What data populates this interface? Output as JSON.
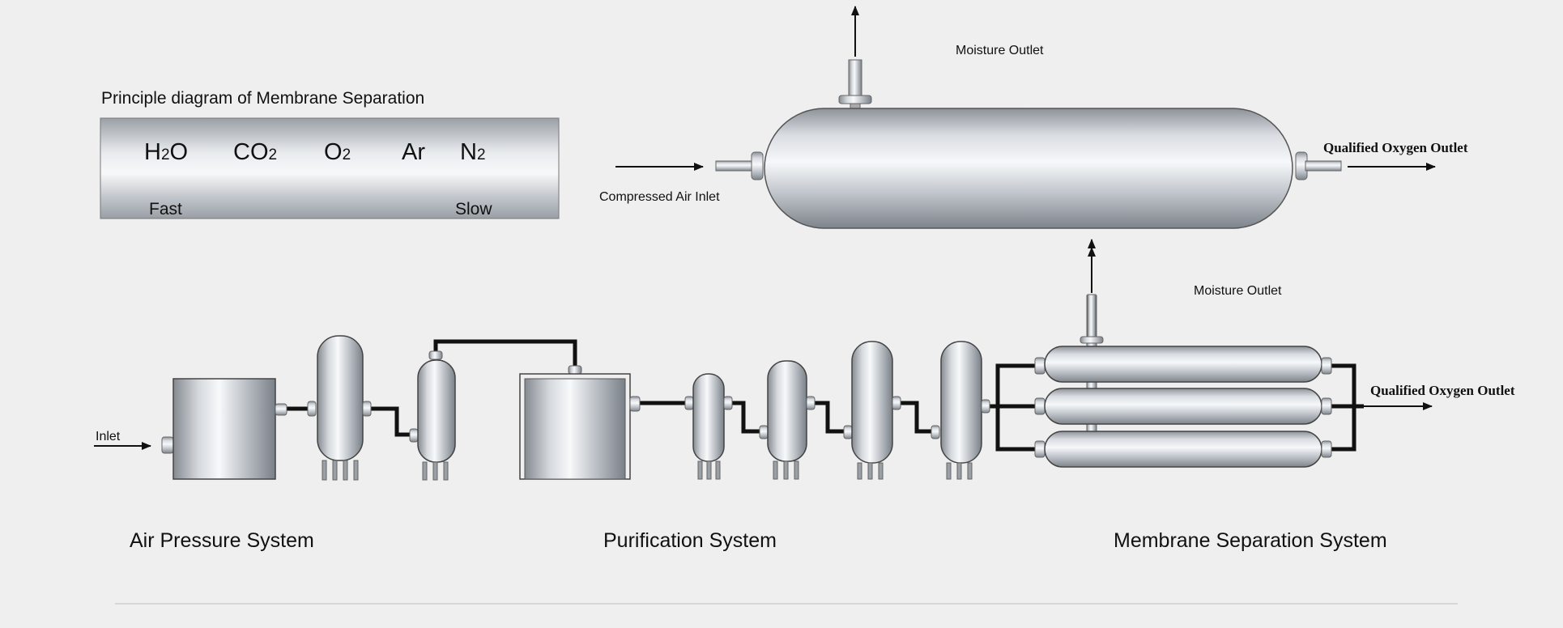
{
  "principle": {
    "title": "Principle diagram of Membrane Separation",
    "molecules": [
      {
        "base": "H",
        "sub": "2",
        "tail": "O"
      },
      {
        "base": "CO",
        "sub": "2",
        "tail": ""
      },
      {
        "base": "O",
        "sub": "2",
        "tail": ""
      },
      {
        "base": "Ar",
        "sub": "",
        "tail": ""
      },
      {
        "base": "N",
        "sub": "2",
        "tail": ""
      }
    ],
    "fast_label": "Fast",
    "slow_label": "Slow"
  },
  "top_vessel": {
    "moisture_outlet": "Moisture Outlet",
    "air_inlet": "Compressed Air Inlet",
    "oxygen_outlet": "Qualified Oxygen Outlet"
  },
  "process": {
    "inlet": "Inlet",
    "moisture_outlet": "Moisture Outlet",
    "oxygen_outlet": "Qualified Oxygen Outlet"
  },
  "sections": {
    "air_pressure": "Air Pressure System",
    "purification": "Purification System",
    "membrane": "Membrane Separation System"
  },
  "colors": {
    "background": "#efefef",
    "pipe": "#111111",
    "metal_dark": "#8a8f96",
    "metal_light": "#f4f6f8"
  }
}
